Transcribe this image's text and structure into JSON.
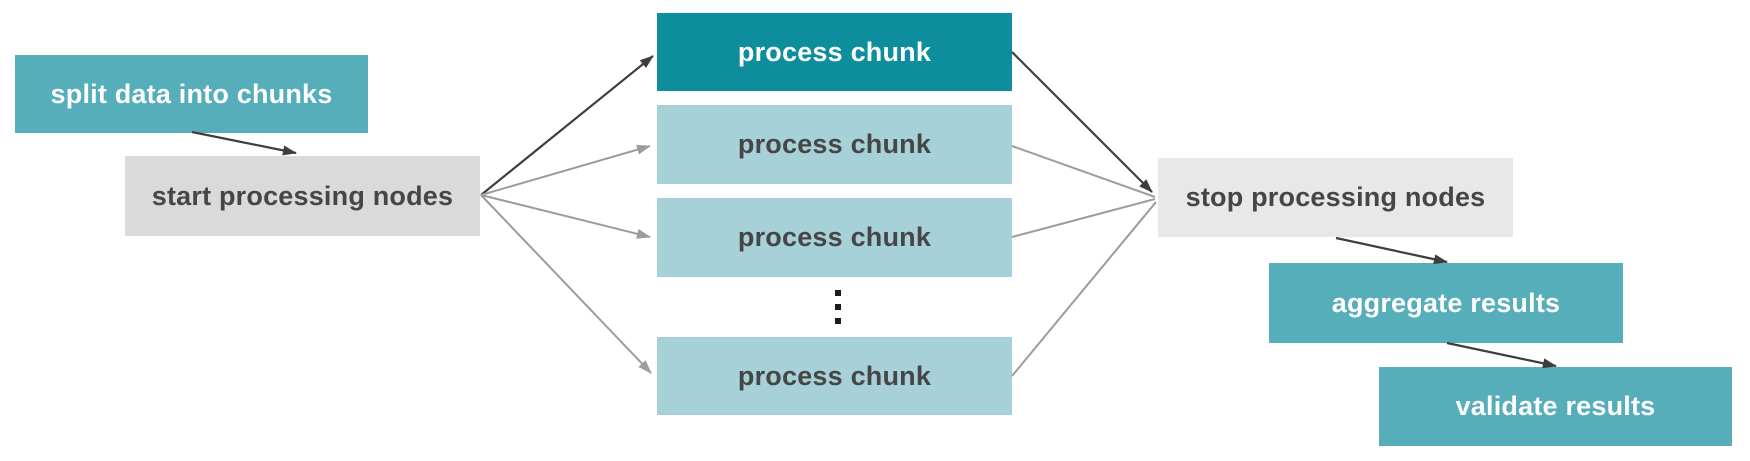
{
  "nodes": {
    "split": {
      "label": "split data into chunks"
    },
    "start": {
      "label": "start processing nodes"
    },
    "chunk1": {
      "label": "process chunk"
    },
    "chunk2": {
      "label": "process chunk"
    },
    "chunk3": {
      "label": "process chunk"
    },
    "chunk4": {
      "label": "process chunk"
    },
    "stop": {
      "label": "stop processing nodes"
    },
    "aggregate": {
      "label": "aggregate results"
    },
    "validate": {
      "label": "validate results"
    }
  },
  "ellipsis_symbol": "⋮",
  "colors": {
    "node_teal": "#55aeba",
    "node_teal_dark": "#0e8d9d",
    "node_teal_light": "#a7d1d8",
    "node_gray": "#dadada",
    "node_gray_light": "#e8e8e8",
    "text_dark": "#464646",
    "text_light": "#fdfdfd",
    "arrow_dark": "#3e3e3e",
    "arrow_gray": "#9c9c9c",
    "ellipsis_color": "#1c1c1c"
  }
}
